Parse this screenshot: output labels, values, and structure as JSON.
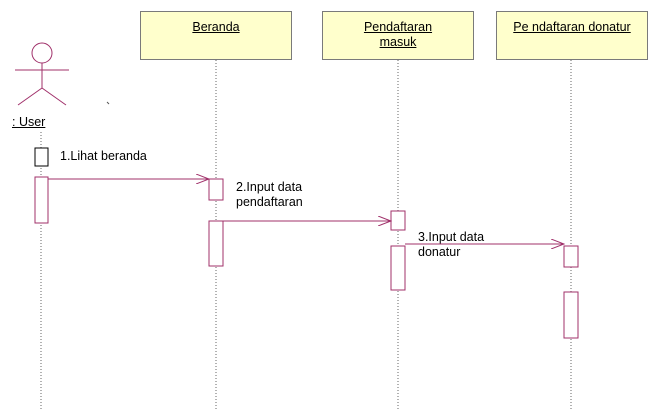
{
  "diagram": {
    "actor": {
      "label": ": User"
    },
    "objects": [
      {
        "id": "beranda",
        "label_lines": [
          "Beranda"
        ]
      },
      {
        "id": "pendaftaran_masuk",
        "label_lines": [
          "Pendaftaran",
          "masuk"
        ]
      },
      {
        "id": "pendaftaran_donatur",
        "label_lines": [
          "Pe ndaftaran donatur"
        ]
      }
    ],
    "messages": [
      {
        "label_lines": [
          "1.Lihat beranda"
        ]
      },
      {
        "label_lines": [
          "2.Input data",
          "pendaftaran"
        ]
      },
      {
        "label_lines": [
          "3.Input data",
          "donatur"
        ]
      }
    ],
    "colors": {
      "object_fill": "#ffffcc",
      "message_line": "#a0306a",
      "activation_border": "#a0306a"
    }
  }
}
